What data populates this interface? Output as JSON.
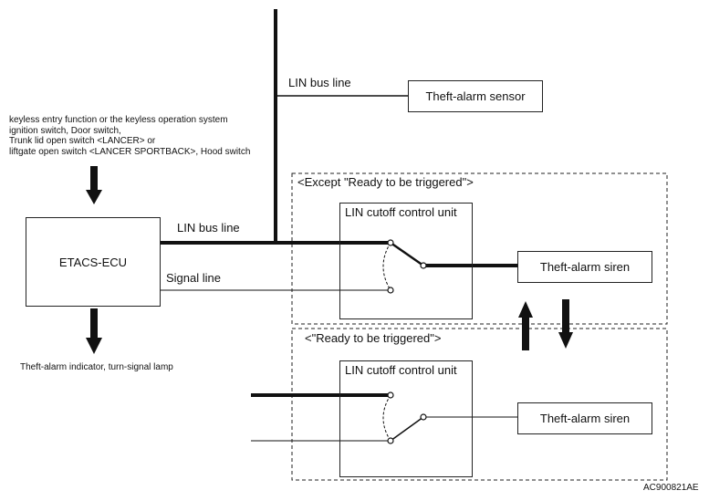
{
  "inputs_note": {
    "line1": "keyless entry function or the keyless operation system",
    "line2": "ignition switch, Door switch,",
    "line3": "Trunk lid open switch <LANCER> or",
    "line4": "liftgate open switch <LANCER SPORTBACK>, Hood switch"
  },
  "ecu_label": "ETACS-ECU",
  "output_note": "Theft-alarm indicator, turn-signal lamp",
  "lin_bus_label_top": "LIN bus line",
  "lin_bus_label_ecu": "LIN bus line",
  "signal_line_label": "Signal line",
  "sensor_label": "Theft-alarm sensor",
  "state_normal_label": "<Except \"Ready to be triggered\">",
  "state_ready_label": "<\"Ready to be triggered\">",
  "cutoff_unit_label_1": "LIN cutoff control unit",
  "cutoff_unit_label_2": "LIN cutoff control unit",
  "siren_label_1": "Theft-alarm siren",
  "siren_label_2": "Theft-alarm siren",
  "figure_code": "AC900821AE"
}
